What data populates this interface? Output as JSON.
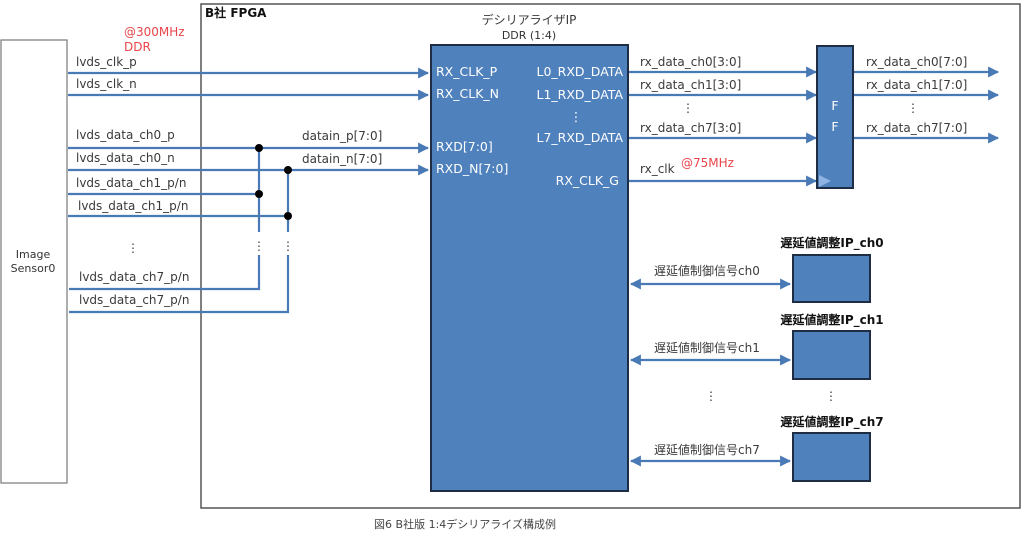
{
  "colors": {
    "block_fill": "#4f81bd",
    "block_border": "#1f2d44",
    "wire": "#4a7ab5",
    "annotation_red": "#e8464a"
  },
  "sensor": {
    "label_line1": "Image",
    "label_line2": "Sensor0",
    "clock_annotation_line1": "@300MHz",
    "clock_annotation_line2": "DDR",
    "signals": [
      "lvds_clk_p",
      "lvds_clk_n",
      "lvds_data_ch0_p",
      "lvds_data_ch0_n",
      "lvds_data_ch1_p/n",
      "lvds_data_ch1_p/n",
      "lvds_data_ch7_p/n",
      "lvds_data_ch7_p/n"
    ],
    "ellipsis": "⋮"
  },
  "fpga": {
    "title": "B社 FPGA",
    "bus_labels": [
      "datain_p[7:0]",
      "datain_n[7:0]"
    ]
  },
  "deserializer": {
    "title": "デシリアライザIP",
    "subtitle": "DDR (1:4)",
    "input_ports": [
      "RX_CLK_P",
      "RX_CLK_N",
      "RXD[7:0]",
      "RXD_N[7:0]"
    ],
    "output_ports": [
      "L0_RXD_DATA",
      "L1_RXD_DATA",
      "L7_RXD_DATA",
      "RX_CLK_G"
    ],
    "ellipsis": "⋮"
  },
  "ff_block": {
    "label_line1": "F",
    "label_line2": "F",
    "input_signals": [
      "rx_data_ch0[3:0]",
      "rx_data_ch1[3:0]",
      "rx_data_ch7[3:0]"
    ],
    "clock_signal": "rx_clk",
    "clock_annotation": "@75MHz",
    "output_signals": [
      "rx_data_ch0[7:0]",
      "rx_data_ch1[7:0]",
      "rx_data_ch7[7:0]"
    ]
  },
  "delay_ips": [
    {
      "title": "遅延値調整IP_ch0",
      "signal": "遅延値制御信号ch0"
    },
    {
      "title": "遅延値調整IP_ch1",
      "signal": "遅延値制御信号ch1"
    },
    {
      "title": "遅延値調整IP_ch7",
      "signal": "遅延値制御信号ch7"
    }
  ],
  "caption": "図6 B社版 1:4デシリアライズ構成例"
}
